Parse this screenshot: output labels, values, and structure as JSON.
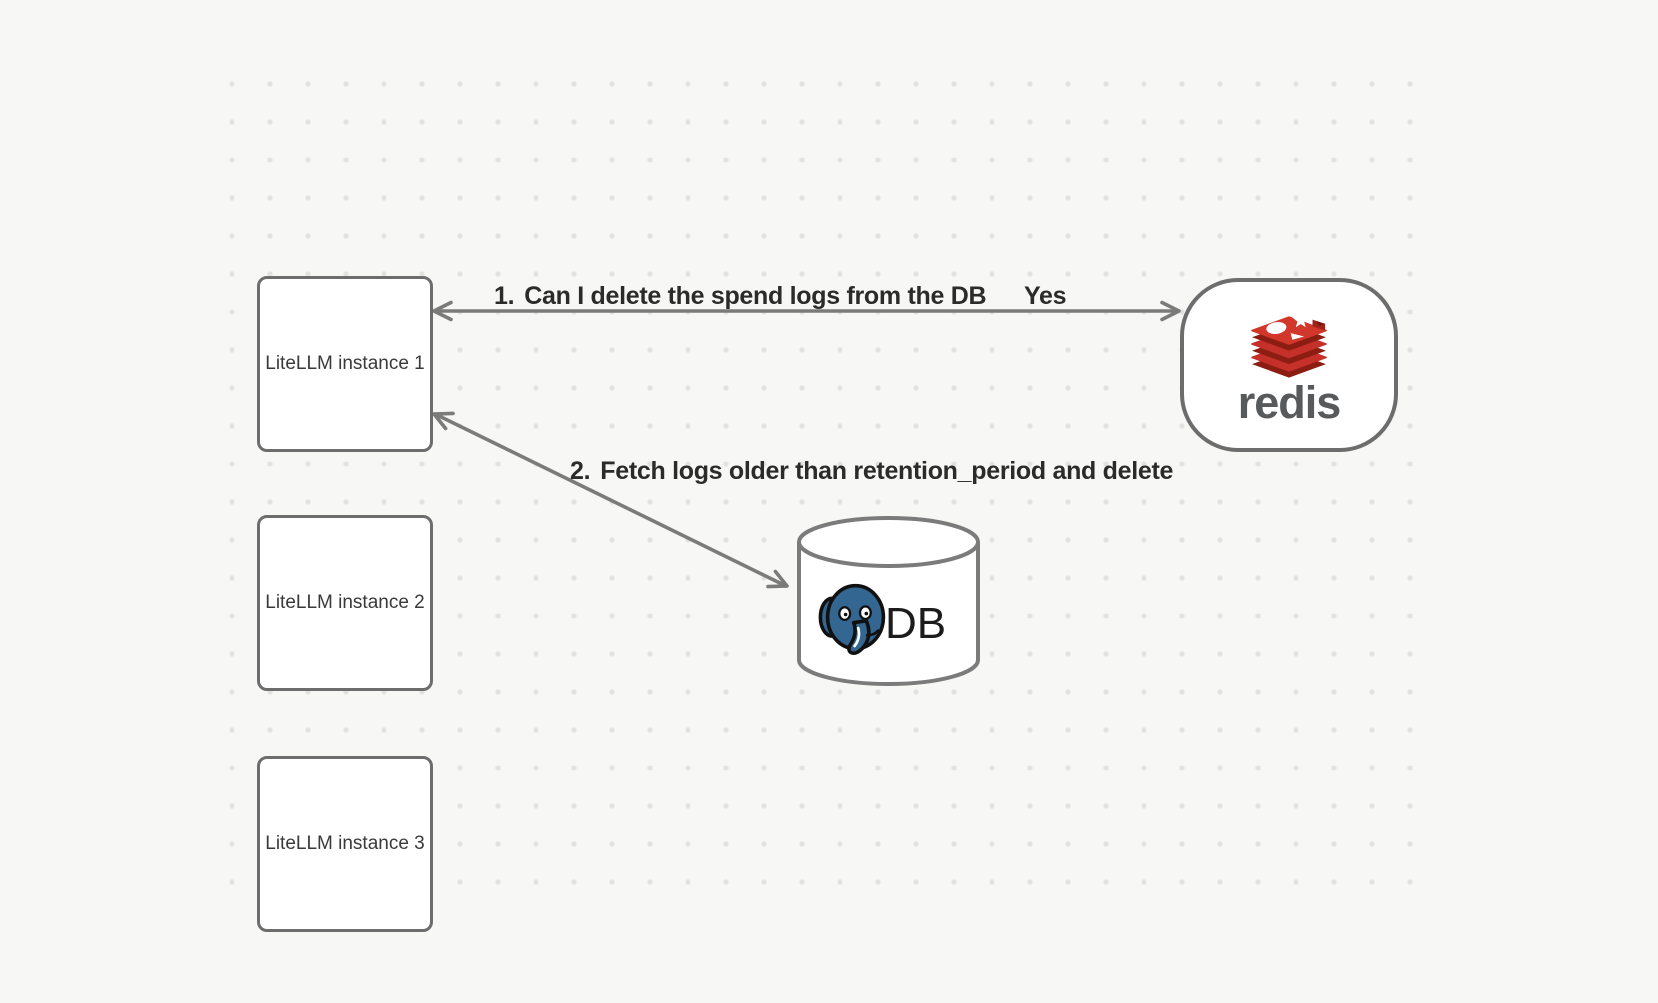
{
  "app": {
    "type": "whiteboard-diagram"
  },
  "colors": {
    "background": "#f7f7f5",
    "grid_dot": "#e2e2e0",
    "node_border": "#6d6d6d",
    "node_fill": "#ffffff",
    "arrow": "#7b7b7b",
    "edge_label_text": "#2b2b2b",
    "node_label_text": "#3a3a3a",
    "redis_red": "#c6302b",
    "redis_red_dark": "#8c1d12",
    "redis_wordmark_gray": "#58595b",
    "postgres_blue": "#336791",
    "db_label_text": "#1c1c1c"
  },
  "nodes": {
    "instances": [
      {
        "label": "LiteLLM instance 1"
      },
      {
        "label": "LiteLLM instance 2"
      },
      {
        "label": "LiteLLM instance 3"
      }
    ],
    "redis": {
      "wordmark": "redis",
      "icon": "redis-stack-logo"
    },
    "database": {
      "label": "DB",
      "icon": "postgresql-elephant-logo",
      "shape": "cylinder"
    }
  },
  "edges": [
    {
      "number": "1.",
      "label": "Can I delete the spend logs from the DB",
      "response": "Yes",
      "connects": [
        "LiteLLM instance 1",
        "redis"
      ],
      "arrowheads": "both"
    },
    {
      "number": "2.",
      "label": "Fetch logs older than retention_period and delete",
      "connects": [
        "LiteLLM instance 1",
        "DB"
      ],
      "arrowheads": "both"
    }
  ]
}
